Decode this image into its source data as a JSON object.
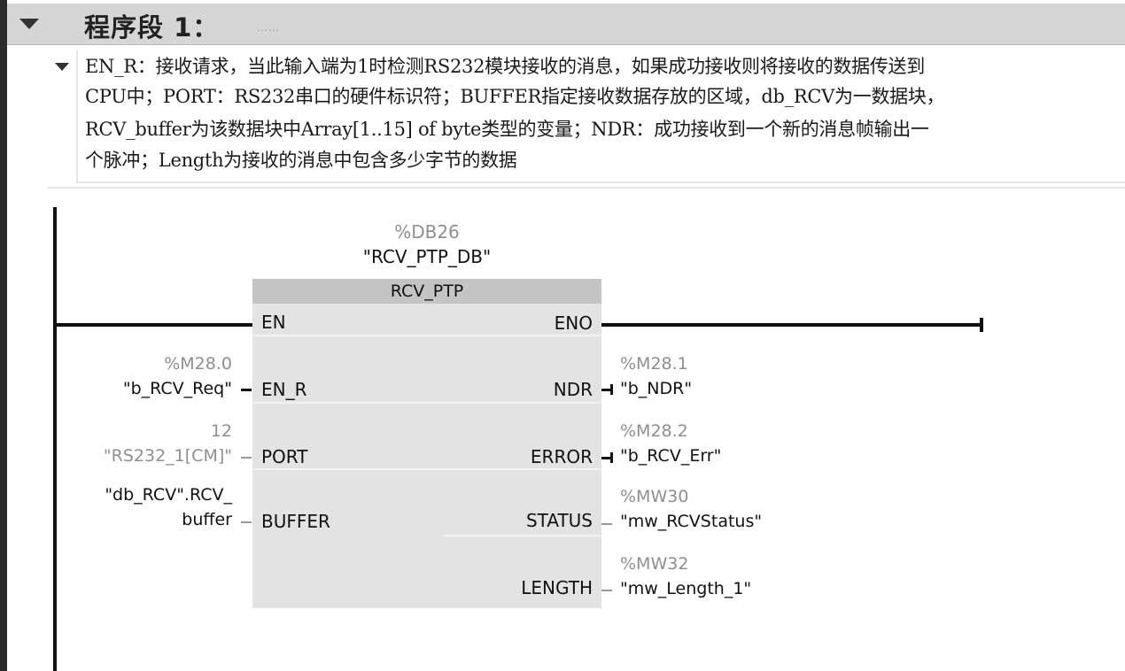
{
  "network": {
    "title": "程序段 1：",
    "title_dots": "……"
  },
  "comment": {
    "lines": [
      "EN_R：接收请求，当此输入端为1时检测RS232模块接收的消息，如果成功接收则将接收的数据传送到",
      "CPU中；PORT：RS232串口的硬件标识符；BUFFER指定接收数据存放的区域，db_RCV为一数据块，",
      "RCV_buffer为该数据块中Array[1..15] of byte类型的变量；NDR：成功接收到一个新的消息帧输出一",
      "个脉冲；Length为接收的消息中包含多少字节的数据"
    ]
  },
  "block": {
    "db_address": "%DB26",
    "db_name": "\"RCV_PTP_DB\"",
    "type": "RCV_PTP",
    "pins_in": [
      "EN",
      "EN_R",
      "PORT",
      "BUFFER"
    ],
    "pins_out": [
      "ENO",
      "NDR",
      "ERROR",
      "STATUS",
      "LENGTH"
    ]
  },
  "inputs": {
    "en_r": {
      "address": "%M28.0",
      "name": "\"b_RCV_Req\""
    },
    "port": {
      "address": "12",
      "name": "\"RS232_1[CM]\""
    },
    "buffer": {
      "name_line1": "\"db_RCV\".RCV_",
      "name_line2": "buffer"
    }
  },
  "outputs": {
    "ndr": {
      "address": "%M28.1",
      "name": "\"b_NDR\""
    },
    "error": {
      "address": "%M28.2",
      "name": "\"b_RCV_Err\""
    },
    "status": {
      "address": "%MW30",
      "name": "\"mw_RCVStatus\""
    },
    "length": {
      "address": "%MW32",
      "name": "\"mw_Length_1\""
    }
  }
}
